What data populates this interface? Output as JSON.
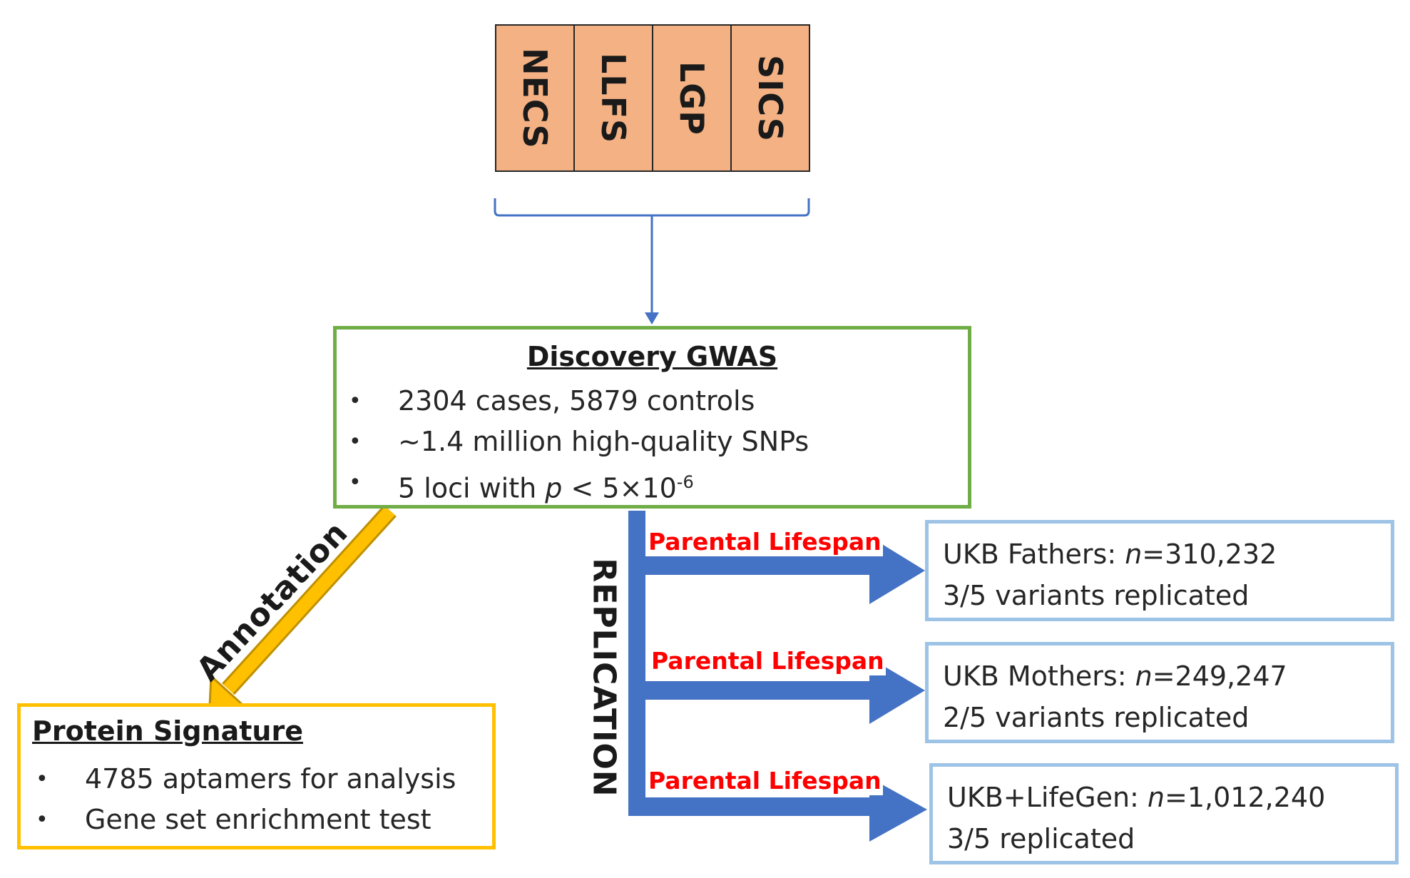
{
  "cohorts": [
    "NECS",
    "LLFS",
    "LGP",
    "SICS"
  ],
  "colors": {
    "cohort_fill": "#f4b183",
    "discovery_border": "#70ad47",
    "protein_border": "#ffc000",
    "replication_border": "#9dc3e6",
    "arrow_blue": "#4472c4",
    "annotation_arrow": "#ffc000",
    "label_red": "#ff0000"
  },
  "discovery": {
    "title": "Discovery GWAS",
    "bullets": {
      "cases_controls": "2304 cases,  5879 controls",
      "snps": "~1.4 million high-quality SNPs",
      "loci_prefix": "5 loci with ",
      "loci_p": "p",
      "loci_mid": " < 5×10",
      "loci_exp": "-6"
    }
  },
  "annotation_label": "Annotation",
  "protein": {
    "title": "Protein Signature",
    "bullets": [
      "4785 aptamers for analysis",
      "Gene set enrichment  test"
    ]
  },
  "replication_label": "REPLICATION",
  "parental_label": "Parental Lifespan",
  "replication": [
    {
      "name": "UKB Fathers:  ",
      "n_value": "=310,232",
      "result": "3/5 variants replicated"
    },
    {
      "name": "UKB Mothers:  ",
      "n_value": "=249,247",
      "result": "2/5 variants replicated"
    },
    {
      "name": "UKB+LifeGen:  ",
      "n_value": "=1,012,240",
      "result": "3/5 replicated"
    }
  ],
  "n_symbol": "n",
  "bullet_glyph": "•"
}
